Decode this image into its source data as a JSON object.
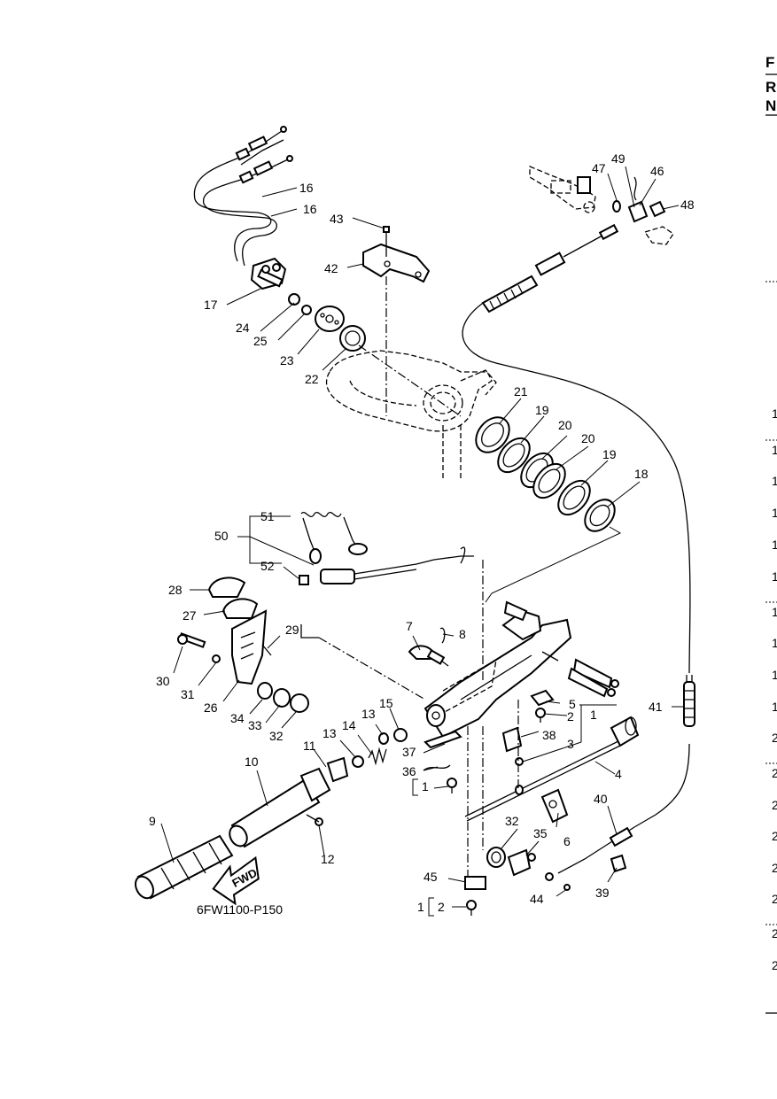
{
  "header": {
    "letters": [
      "F",
      "R",
      "N"
    ]
  },
  "diagram_code": "6FW1100-P150",
  "fwd_label": "FWD",
  "callouts": [
    "1",
    "2",
    "3",
    "4",
    "5",
    "6",
    "7",
    "8",
    "9",
    "10",
    "11",
    "12",
    "13",
    "14",
    "15",
    "16",
    "17",
    "18",
    "19",
    "20",
    "21",
    "22",
    "23",
    "24",
    "25",
    "26",
    "27",
    "28",
    "29",
    "30",
    "31",
    "32",
    "33",
    "34",
    "35",
    "36",
    "37",
    "38",
    "39",
    "40",
    "41",
    "42",
    "43",
    "44",
    "45",
    "46",
    "47",
    "48",
    "49",
    "50",
    "51",
    "52"
  ],
  "right_edge_digits": [
    "1",
    "1",
    "1",
    "1",
    "1",
    "1",
    "1",
    "1",
    "1",
    "1",
    "2",
    "2",
    "2",
    "2",
    "2",
    "2",
    "2",
    "2"
  ]
}
